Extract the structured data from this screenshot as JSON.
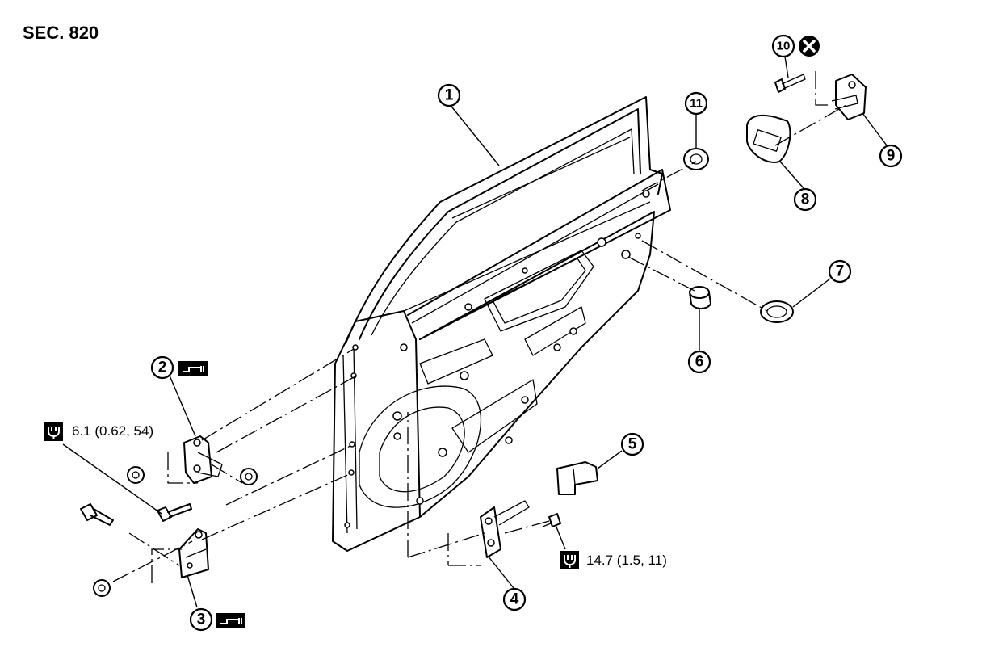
{
  "section_label": "SEC. 820",
  "callouts": [
    {
      "id": "callout-1",
      "number": "1"
    },
    {
      "id": "callout-2",
      "number": "2"
    },
    {
      "id": "callout-3",
      "number": "3"
    },
    {
      "id": "callout-4",
      "number": "4"
    },
    {
      "id": "callout-5",
      "number": "5"
    },
    {
      "id": "callout-6",
      "number": "6"
    },
    {
      "id": "callout-7",
      "number": "7"
    },
    {
      "id": "callout-8",
      "number": "8"
    },
    {
      "id": "callout-9",
      "number": "9"
    },
    {
      "id": "callout-10",
      "number": "10"
    },
    {
      "id": "callout-11",
      "number": "11"
    }
  ],
  "torque_specs": {
    "hinge_bolt": "6.1 (0.62, 54)",
    "check_link_bolt": "14.7 (1.5, 11)"
  },
  "icons": {
    "torque_wrench": "torque-wrench-icon",
    "do_not_reuse": "do-not-reuse-icon",
    "adjustment": "adjustment-symbol-icon"
  }
}
